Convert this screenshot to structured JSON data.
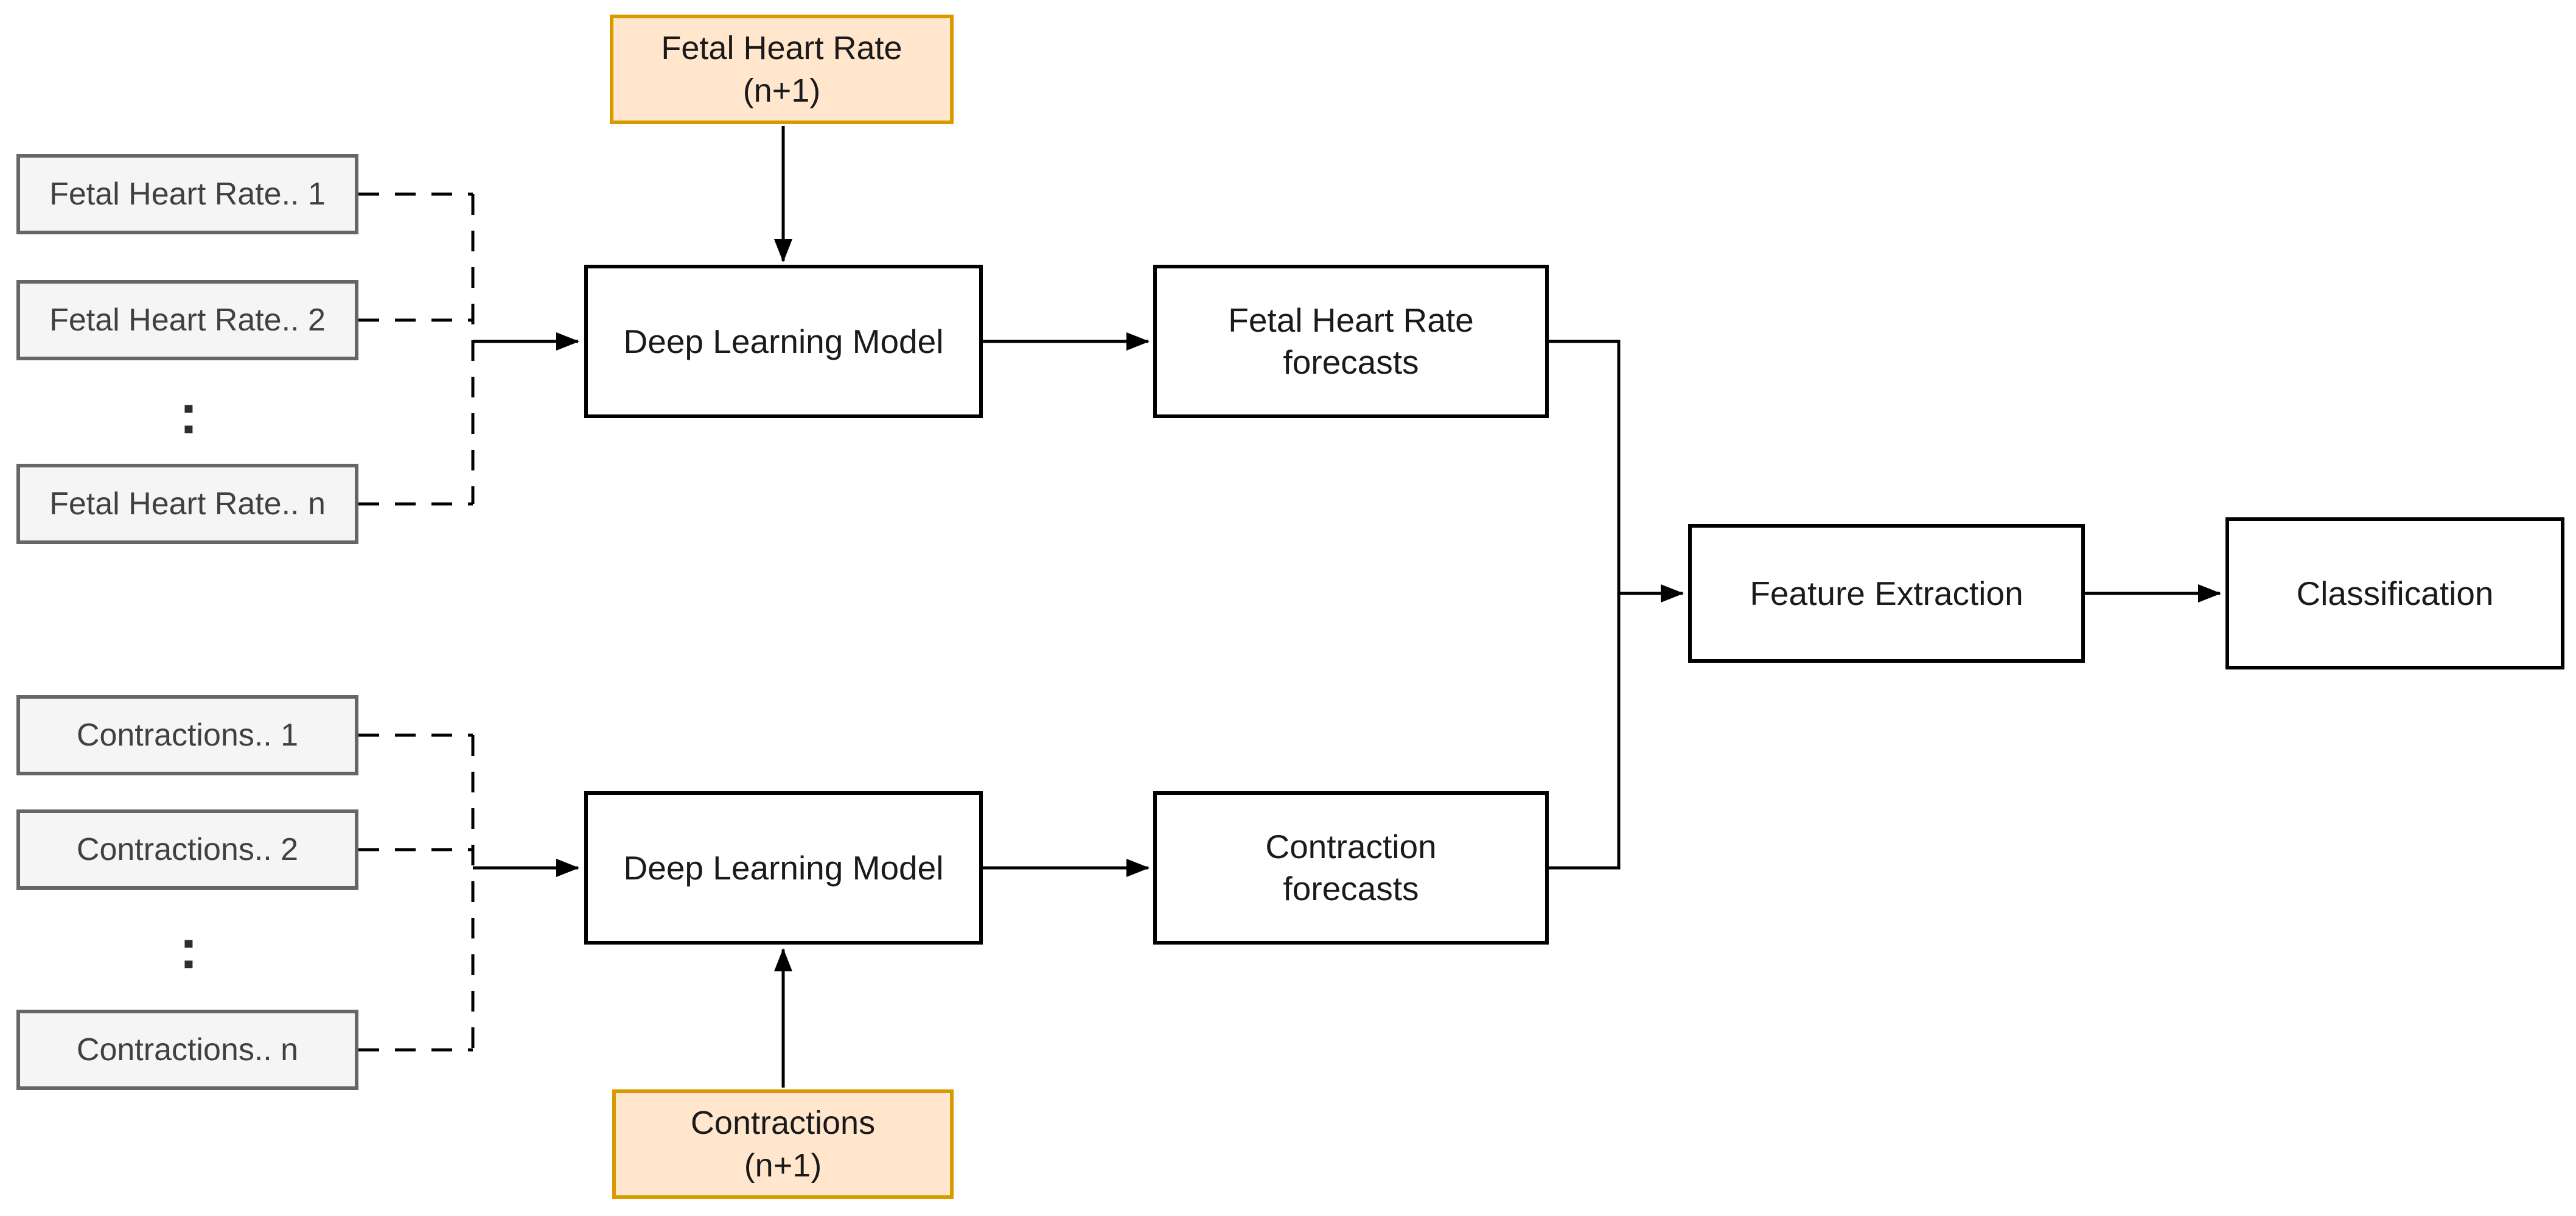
{
  "diagram": {
    "type": "flowchart",
    "description": "Deep learning forecasting pipeline for fetal heart rate and contraction signals",
    "colors": {
      "background": "#ffffff",
      "connector": "#000000",
      "process_fill": "#ffffff",
      "process_border": "#000000",
      "process_text": "#1a1a1a",
      "input_fill": "#ffe6cc",
      "input_border": "#d79b00",
      "window_fill": "#f5f5f5",
      "window_border": "#666666",
      "window_text": "#404040"
    },
    "nodes": {
      "input_fhr_next": {
        "lines": [
          "Fetal Heart Rate",
          "(n+1)"
        ]
      },
      "fhr_window_1": {
        "label": "Fetal Heart Rate.. 1"
      },
      "fhr_window_2": {
        "label": "Fetal Heart Rate.. 2"
      },
      "fhr_ellipsis": {
        "label": ":"
      },
      "fhr_window_n": {
        "label": "Fetal Heart Rate.. n"
      },
      "dlm_fhr": {
        "label": "Deep Learning Model"
      },
      "fhr_forecasts": {
        "lines": [
          "Fetal Heart Rate",
          "forecasts"
        ]
      },
      "feature_extraction": {
        "label": "Feature Extraction"
      },
      "classification": {
        "label": "Classification"
      },
      "ctr_window_1": {
        "label": "Contractions.. 1"
      },
      "ctr_window_2": {
        "label": "Contractions.. 2"
      },
      "ctr_ellipsis": {
        "label": ":"
      },
      "ctr_window_n": {
        "label": "Contractions.. n"
      },
      "dlm_ctr": {
        "label": "Deep Learning Model"
      },
      "ctr_forecasts": {
        "lines": [
          "Contraction",
          "forecasts"
        ]
      },
      "input_ctr_next": {
        "lines": [
          "Contractions",
          "(n+1)"
        ]
      }
    }
  }
}
